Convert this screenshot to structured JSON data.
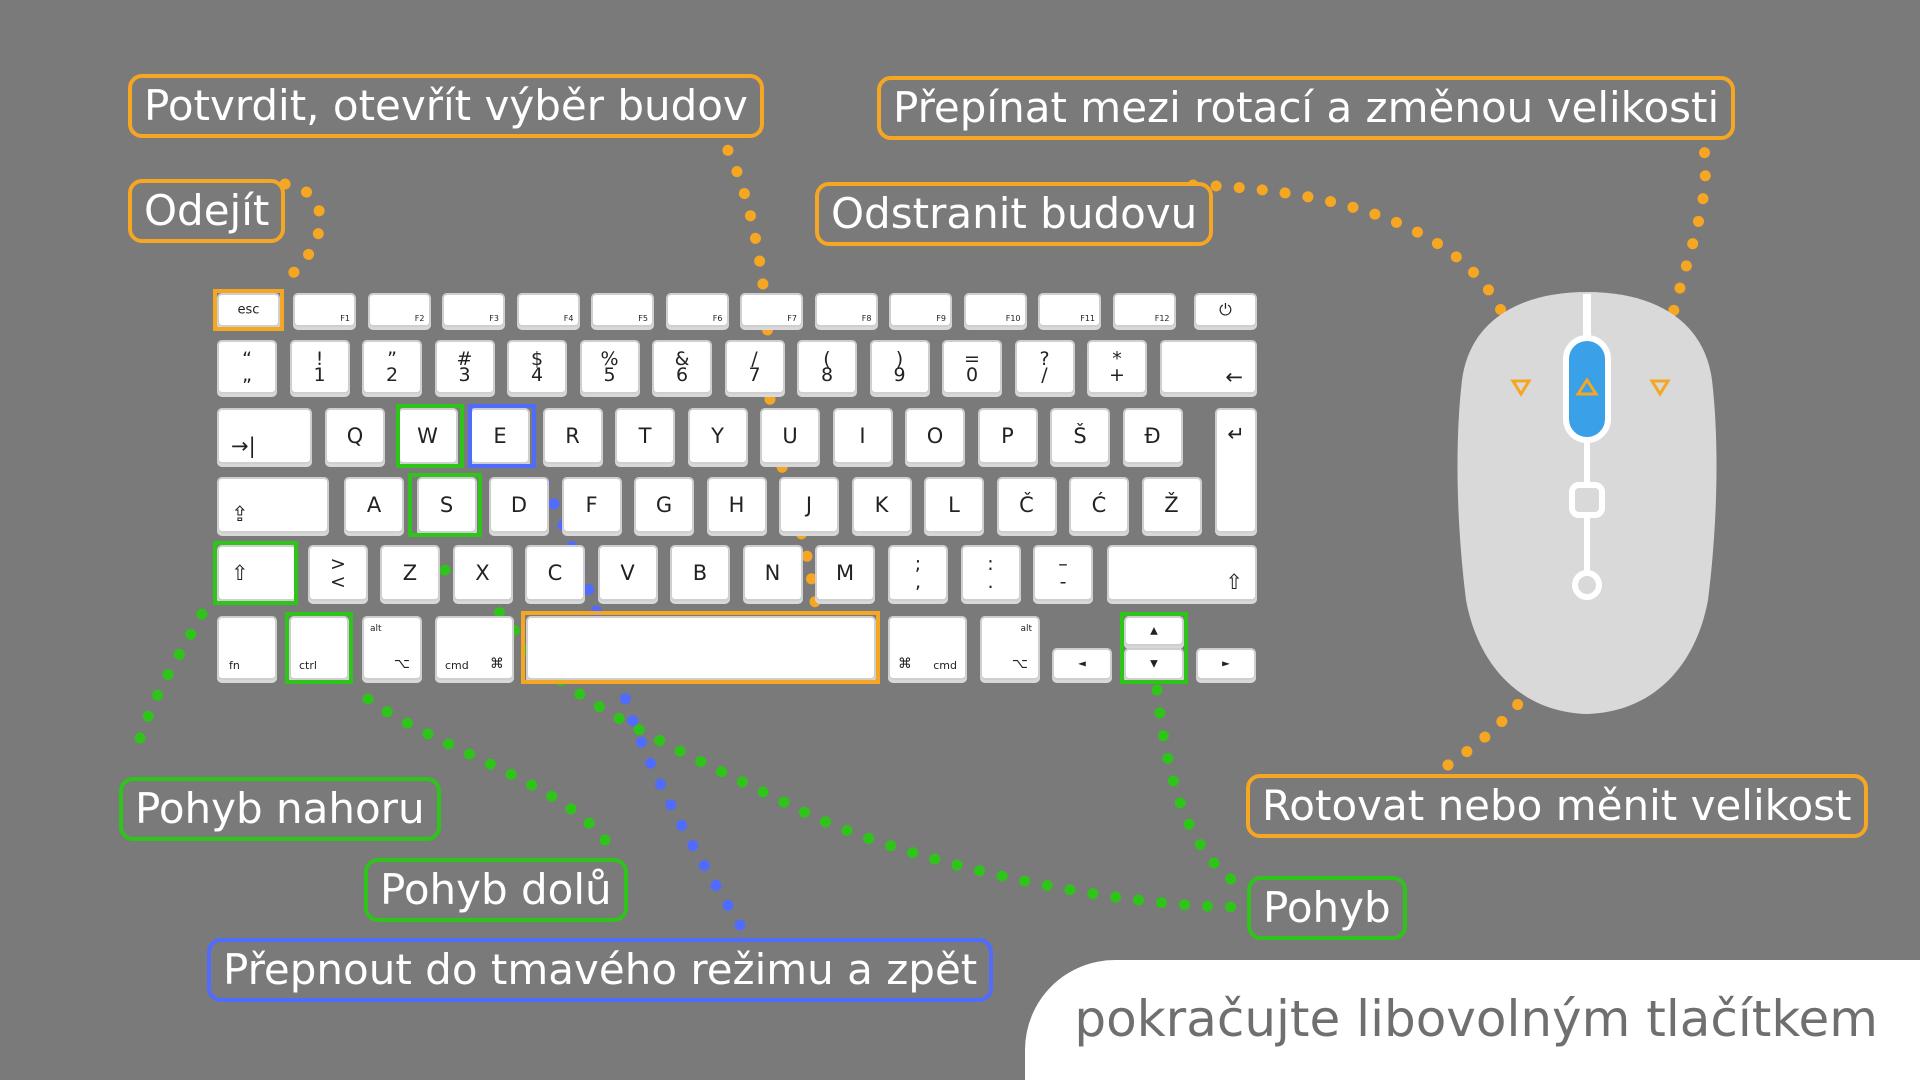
{
  "labels": {
    "confirm": "Potvrdit, otevřít výběr budov",
    "exit": "Odejít",
    "toggle_mode": "Přepínat mezi rotací a změnou velikosti",
    "delete": "Odstranit budovu",
    "move_up": "Pohyb nahoru",
    "move_down": "Pohyb dolů",
    "dark_mode": "Přepnout do tmavého režimu a zpět",
    "move": "Pohyb",
    "rotate_resize": "Rotovat nebo měnit velikost"
  },
  "continue_text": "pokračujte libovolným tlačítkem",
  "colors": {
    "orange": "#f5a623",
    "green": "#2ec41a",
    "blue": "#4f6cff",
    "background": "#7a7a7a"
  },
  "keyboard": {
    "esc": "esc",
    "f_keys": [
      "F1",
      "F2",
      "F3",
      "F4",
      "F5",
      "F6",
      "F7",
      "F8",
      "F9",
      "F10",
      "F11",
      "F12"
    ],
    "number_row": [
      {
        "top": "“",
        "bottom": "„"
      },
      {
        "top": "!",
        "bottom": "1"
      },
      {
        "top": "”",
        "bottom": "2"
      },
      {
        "top": "#",
        "bottom": "3"
      },
      {
        "top": "$",
        "bottom": "4"
      },
      {
        "top": "%",
        "bottom": "5"
      },
      {
        "top": "&",
        "bottom": "6"
      },
      {
        "top": "/",
        "bottom": "7"
      },
      {
        "top": "(",
        "bottom": "8"
      },
      {
        "top": ")",
        "bottom": "9"
      },
      {
        "top": "=",
        "bottom": "0"
      },
      {
        "top": "?",
        "bottom": "/"
      },
      {
        "top": "*",
        "bottom": "+"
      }
    ],
    "backspace": "←",
    "tab": "→|",
    "row_q": [
      "Q",
      "W",
      "E",
      "R",
      "T",
      "Y",
      "U",
      "I",
      "O",
      "P",
      "Š",
      "Đ"
    ],
    "enter": "↵",
    "row_a": [
      "A",
      "S",
      "D",
      "F",
      "G",
      "H",
      "J",
      "K",
      "L",
      "Č",
      "Ć",
      "Ž"
    ],
    "caps": "⇪",
    "shift": "⇧",
    "angle": {
      "top": ">",
      "bottom": "<"
    },
    "row_z": [
      "Z",
      "X",
      "C",
      "V",
      "B",
      "N",
      "M"
    ],
    "punct": [
      {
        "top": ";",
        "bottom": ","
      },
      {
        "top": ":",
        "bottom": "."
      },
      {
        "top": "–",
        "bottom": "-"
      }
    ],
    "fn": "fn",
    "ctrl": "ctrl",
    "alt": "alt",
    "option": "⌥",
    "cmd": "cmd",
    "cmd_symbol": "⌘",
    "arrow_left": "◄",
    "arrow_right": "►",
    "arrow_up": "▲",
    "arrow_down": "▼",
    "power": "⏻"
  }
}
